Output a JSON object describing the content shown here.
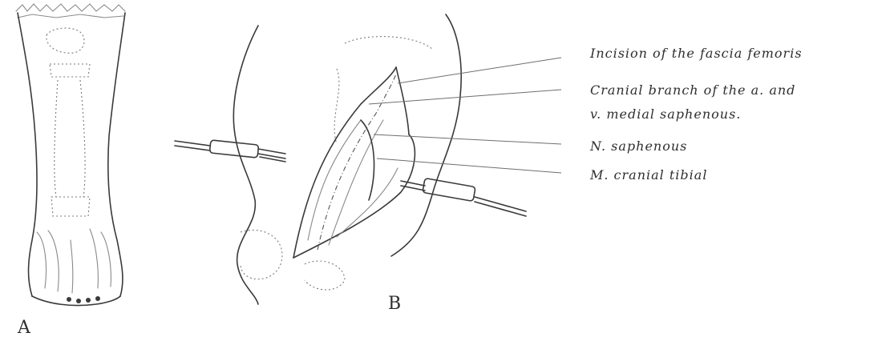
{
  "panels": {
    "a_label": "A",
    "b_label": "B"
  },
  "callouts": [
    {
      "id": "fascia-incision",
      "text": "Incision of the fascia femoris"
    },
    {
      "id": "cranial-branch-line1",
      "text": "Cranial branch of the a. and"
    },
    {
      "id": "cranial-branch-line2",
      "text": "v. medial saphenous."
    },
    {
      "id": "saphenous-nerve",
      "text": "N. saphenous"
    },
    {
      "id": "cranial-tibial-muscle",
      "text": "M. cranial tibial"
    }
  ],
  "colors": {
    "ink": "#2e2e2e",
    "paper": "#ffffff"
  }
}
